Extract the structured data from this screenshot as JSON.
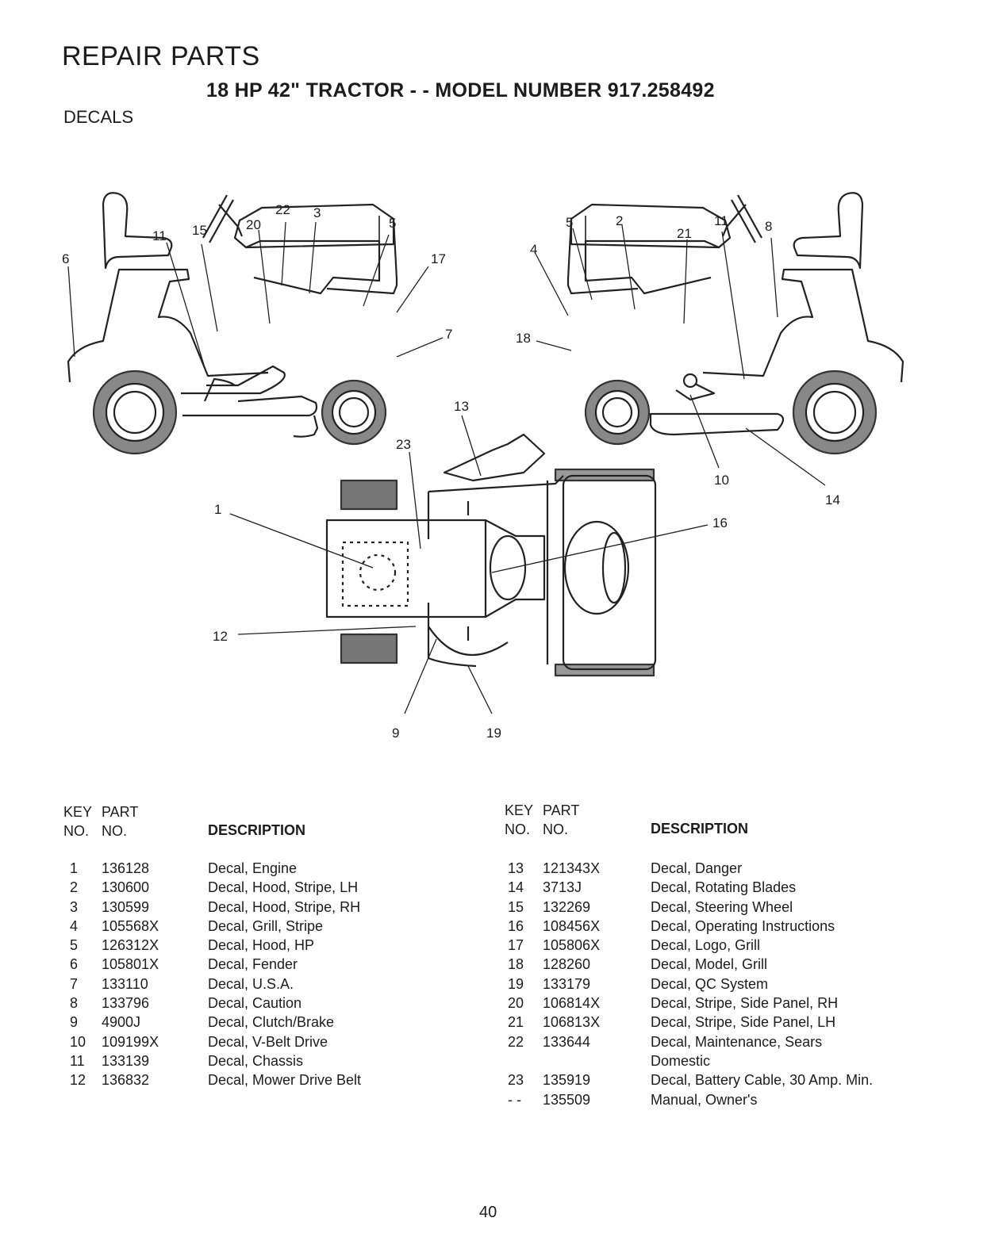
{
  "header": {
    "title": "REPAIR PARTS",
    "subtitle": "18 HP 42\" TRACTOR - - MODEL NUMBER 917.258492",
    "section": "DECALS"
  },
  "diagram": {
    "callouts": [
      "22",
      "3",
      "11",
      "15",
      "20",
      "5",
      "6",
      "17",
      "7",
      "5",
      "2",
      "11",
      "21",
      "8",
      "4",
      "18",
      "13",
      "23",
      "10",
      "14",
      "1",
      "16",
      "12",
      "9",
      "19"
    ]
  },
  "table": {
    "left": {
      "headers": {
        "key": "KEY",
        "part": "PART",
        "no1": "NO.",
        "no2": "NO.",
        "desc": "DESCRIPTION"
      },
      "rows": [
        {
          "key": "1",
          "part": "136128",
          "desc": "Decal, Engine"
        },
        {
          "key": "2",
          "part": "130600",
          "desc": "Decal, Hood, Stripe, LH"
        },
        {
          "key": "3",
          "part": "130599",
          "desc": "Decal, Hood, Stripe, RH"
        },
        {
          "key": "4",
          "part": "105568X",
          "desc": "Decal, Grill, Stripe"
        },
        {
          "key": "5",
          "part": "126312X",
          "desc": "Decal, Hood, HP"
        },
        {
          "key": "6",
          "part": "105801X",
          "desc": "Decal, Fender"
        },
        {
          "key": "7",
          "part": "133110",
          "desc": "Decal, U.S.A."
        },
        {
          "key": "8",
          "part": "133796",
          "desc": "Decal, Caution"
        },
        {
          "key": "9",
          "part": "4900J",
          "desc": "Decal, Clutch/Brake"
        },
        {
          "key": "10",
          "part": "109199X",
          "desc": "Decal, V-Belt Drive"
        },
        {
          "key": "11",
          "part": "133139",
          "desc": "Decal, Chassis"
        },
        {
          "key": "12",
          "part": "136832",
          "desc": "Decal, Mower Drive Belt"
        }
      ]
    },
    "right": {
      "headers": {
        "key": "KEY",
        "part": "PART",
        "no1": "NO.",
        "no2": "NO.",
        "desc": "DESCRIPTION"
      },
      "rows": [
        {
          "key": "13",
          "part": "121343X",
          "desc": "Decal, Danger"
        },
        {
          "key": "14",
          "part": "3713J",
          "desc": "Decal, Rotating Blades"
        },
        {
          "key": "15",
          "part": "132269",
          "desc": "Decal, Steering Wheel"
        },
        {
          "key": "16",
          "part": "108456X",
          "desc": "Decal, Operating Instructions"
        },
        {
          "key": "17",
          "part": "105806X",
          "desc": "Decal, Logo, Grill"
        },
        {
          "key": "18",
          "part": "128260",
          "desc": "Decal, Model, Grill"
        },
        {
          "key": "19",
          "part": "133179",
          "desc": "Decal, QC System"
        },
        {
          "key": "20",
          "part": "106814X",
          "desc": "Decal, Stripe, Side Panel, RH"
        },
        {
          "key": "21",
          "part": "106813X",
          "desc": "Decal, Stripe, Side Panel, LH"
        },
        {
          "key": "22",
          "part": "133644",
          "desc": "Decal, Maintenance, Sears"
        },
        {
          "key": "",
          "part": "",
          "desc": "Domestic"
        },
        {
          "key": "23",
          "part": "135919",
          "desc": "Decal, Battery Cable, 30 Amp. Min."
        },
        {
          "key": "- -",
          "part": "135509",
          "desc": "Manual, Owner's"
        }
      ]
    }
  },
  "footer": {
    "page_number": "40"
  }
}
